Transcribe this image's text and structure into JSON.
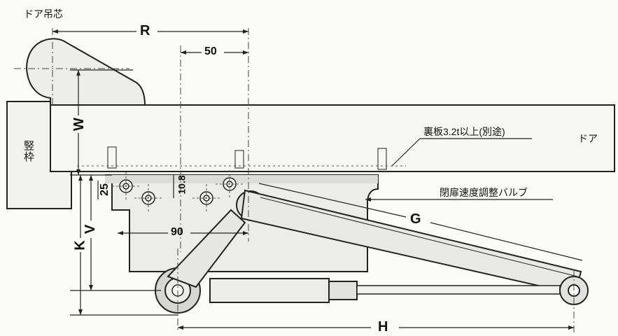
{
  "labels": {
    "pivot_center": "ドア吊芯",
    "frame": "竪枠",
    "door": "ドア",
    "backing_plate": "裏板3.2t以上(別途)",
    "speed_valve": "閉扉速度調整バルブ"
  },
  "dimensions": {
    "R": "R",
    "d50": "50",
    "W": "W",
    "d25": "25",
    "d10_8": "10.8",
    "V": "V",
    "K": "K",
    "d90": "90",
    "G": "G",
    "H": "H"
  }
}
